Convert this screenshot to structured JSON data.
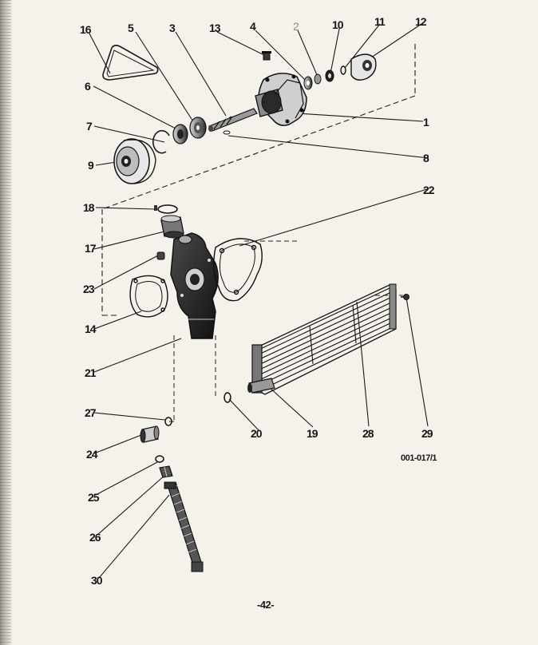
{
  "diagram": {
    "labels": {
      "p1": "1",
      "p2": "2",
      "p3": "3",
      "p4": "4",
      "p5": "5",
      "p6": "6",
      "p7": "7",
      "p8": "8",
      "p9": "9",
      "p10": "10",
      "p11": "11",
      "p12": "12",
      "p13": "13",
      "p14": "14",
      "p16": "16",
      "p17": "17",
      "p18": "18",
      "p19": "19",
      "p20": "20",
      "p21": "21",
      "p22": "22",
      "p23": "23",
      "p24": "24",
      "p25": "25",
      "p26": "26",
      "p27": "27",
      "p28": "28",
      "p29": "29",
      "p30": "30"
    },
    "figure_code": "001-017/1",
    "page_number": "-42-"
  }
}
